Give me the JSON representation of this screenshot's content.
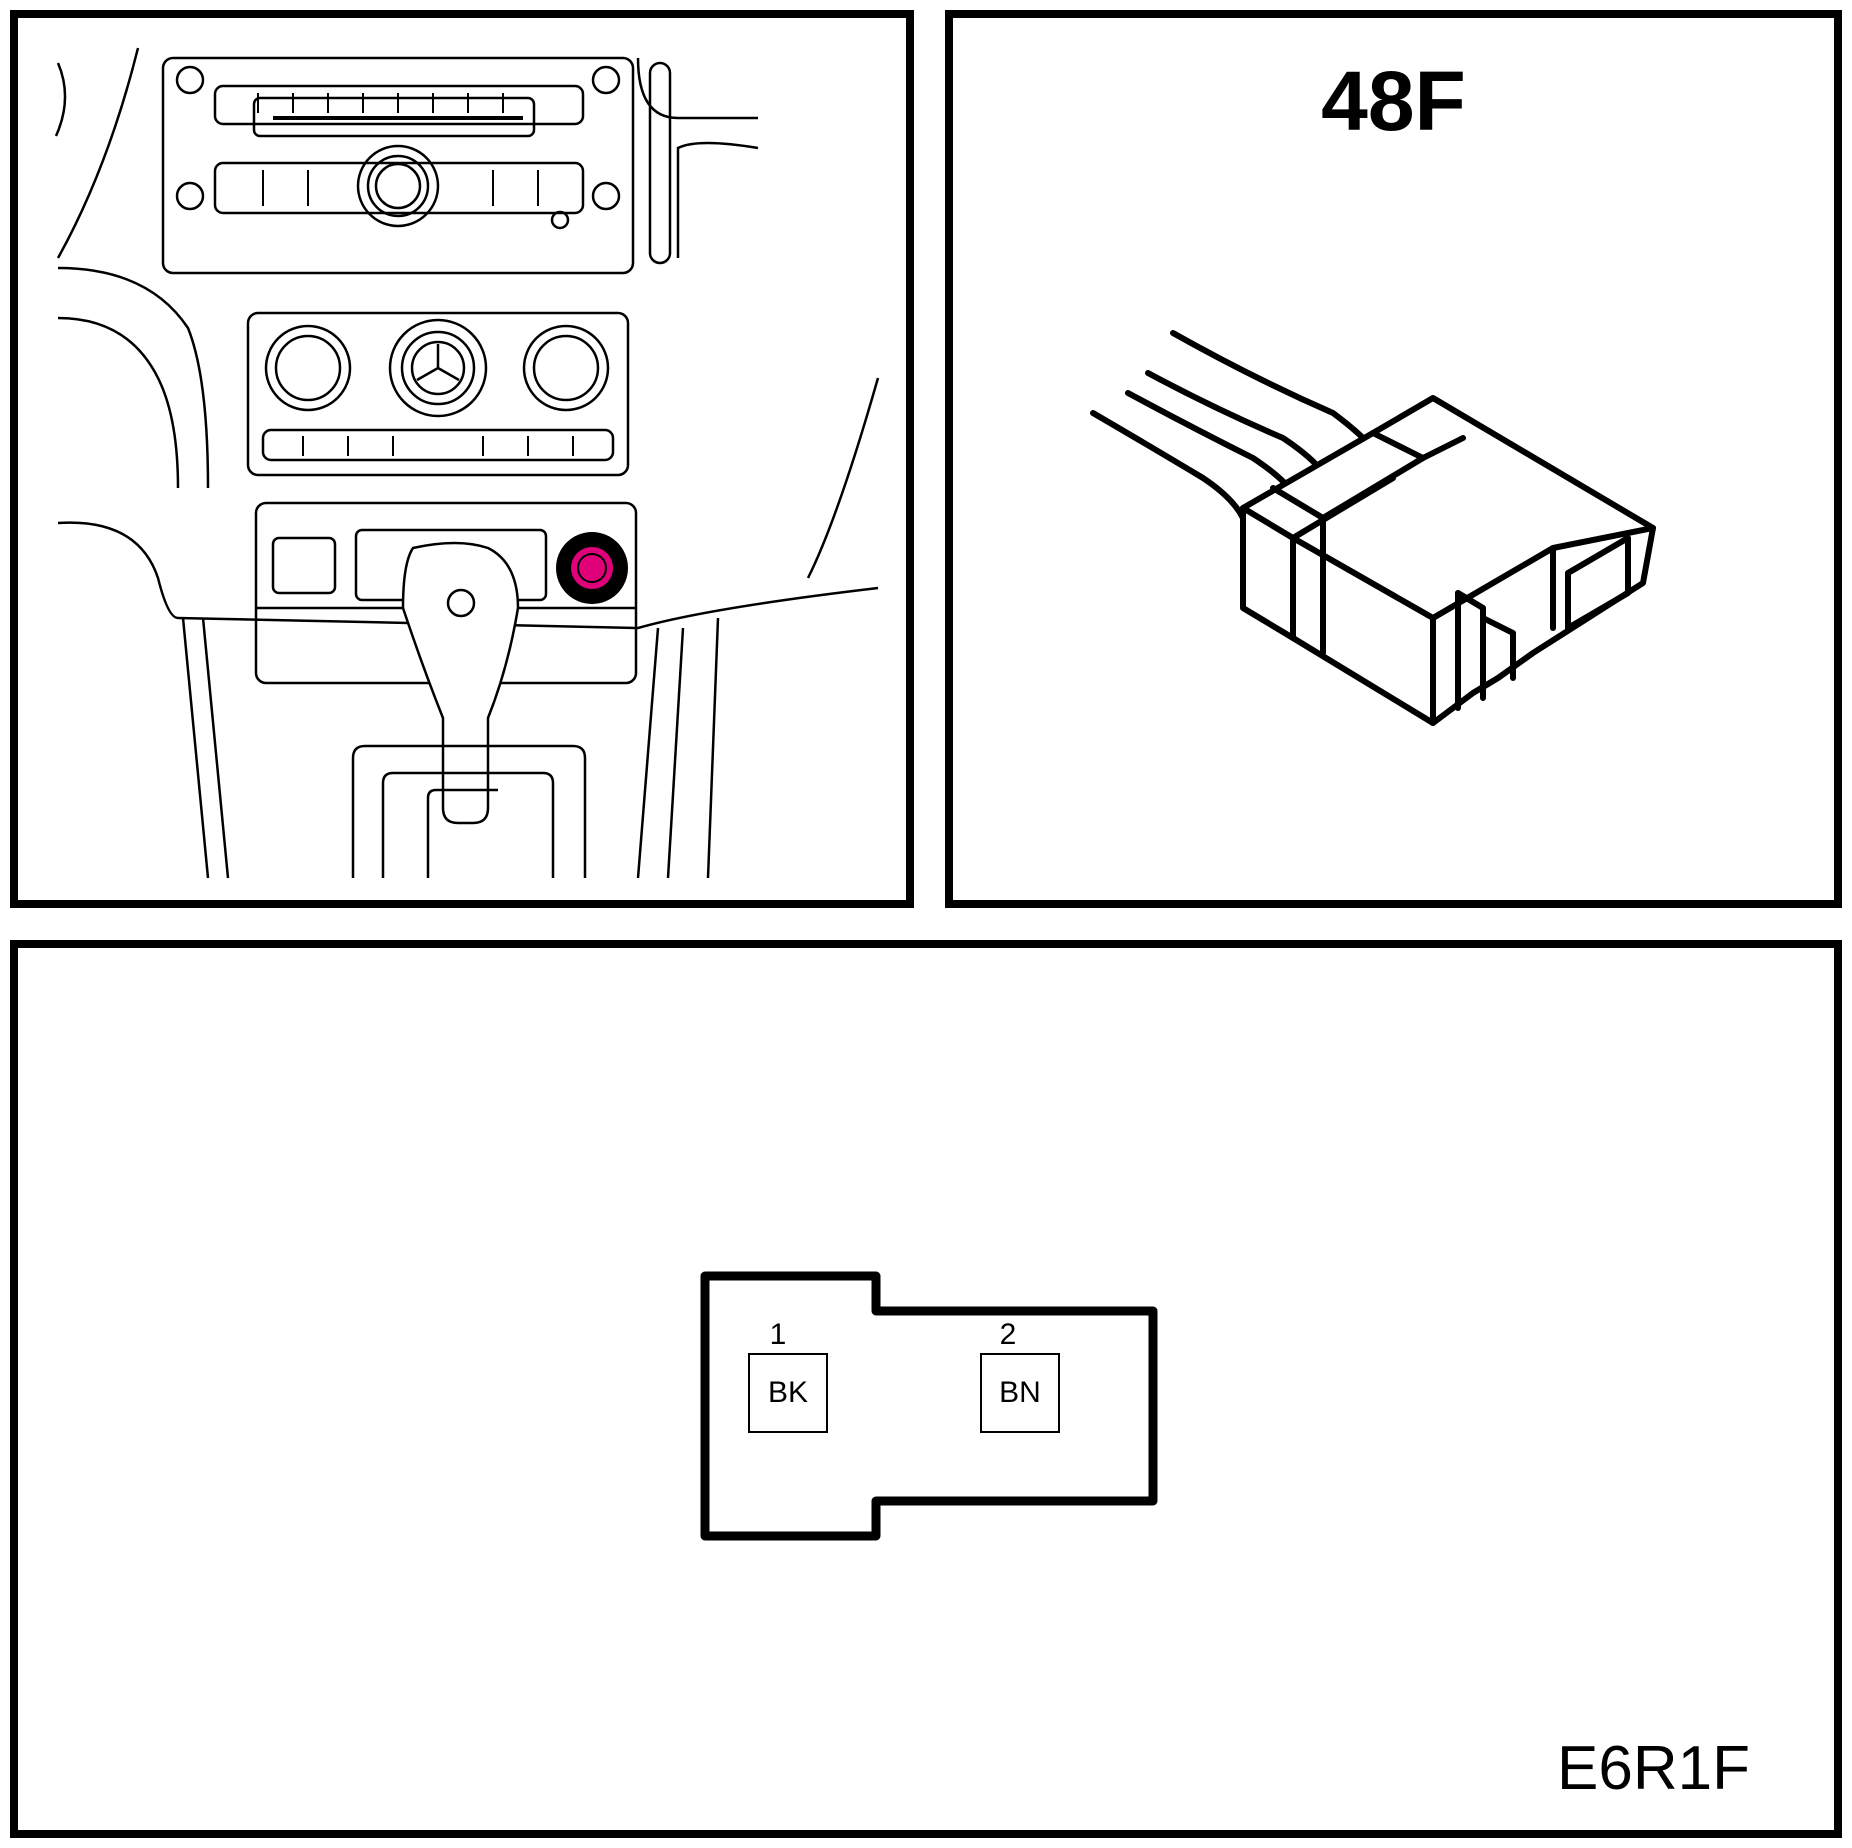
{
  "connector": {
    "id": "48F",
    "location_highlight_color": "#e0007a"
  },
  "pinout": {
    "pins": [
      {
        "number": "1",
        "wire_color": "BK"
      },
      {
        "number": "2",
        "wire_color": "BN"
      }
    ]
  },
  "figure_code": "E6R1F"
}
